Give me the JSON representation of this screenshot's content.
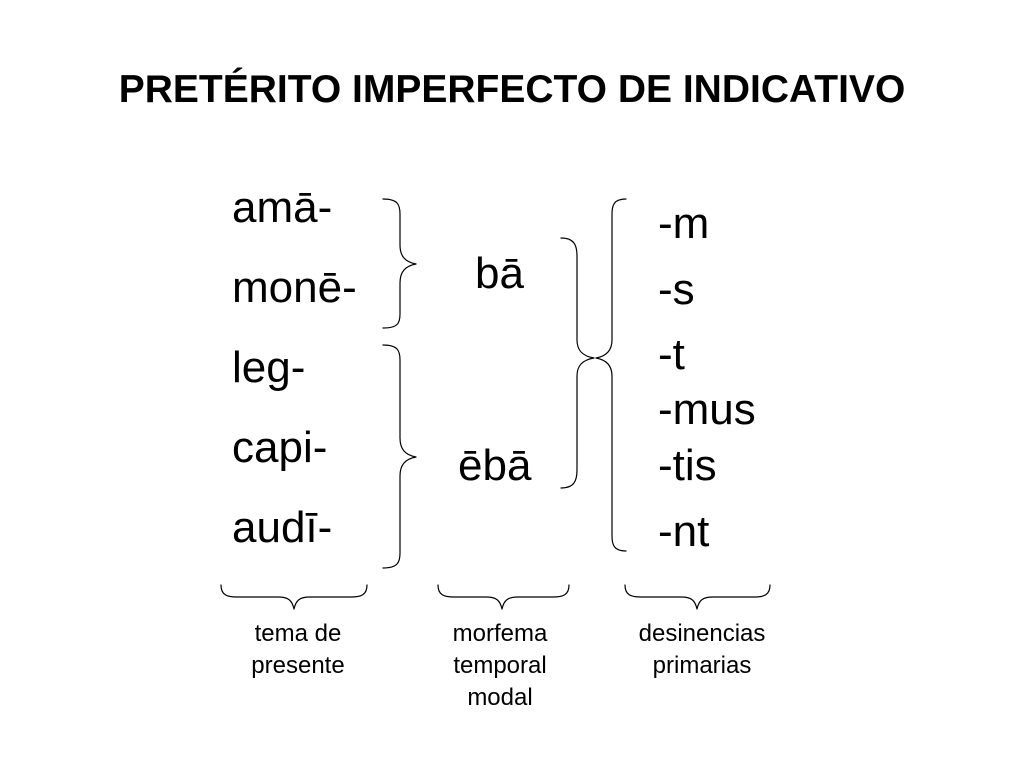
{
  "title": "PRETÉRITO IMPERFECTO DE INDICATIVO",
  "stems": [
    "amā-",
    "monē-",
    "leg-",
    "capi-",
    "audī-"
  ],
  "morphemes": [
    "bā",
    "ēbā"
  ],
  "endings": [
    "-m",
    "-s",
    "-t",
    "-mus",
    "-tis",
    "-nt"
  ],
  "captions": {
    "stem": [
      "tema de",
      "presente"
    ],
    "morpheme": [
      "morfema",
      "temporal",
      "modal"
    ],
    "ending": [
      "desinencias",
      "primarias"
    ]
  }
}
